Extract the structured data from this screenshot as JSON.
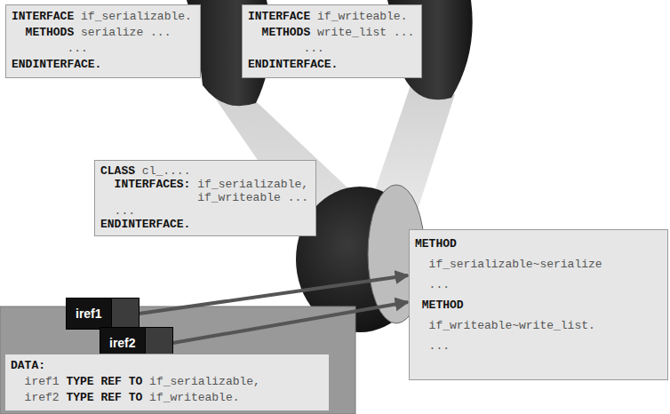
{
  "diagram": {
    "nodes": [
      {
        "text": [
          "INTERFACE if_serializable.",
          "METHODS serialize ...",
          "...",
          "ENDINTERFACE."
        ]
      },
      {
        "text": [
          "INTERFACE if_writeable.",
          "METHODS write_list ...",
          "...",
          "ENDINTERFACE."
        ]
      },
      {
        "text": [
          "CLASS cl_....",
          "INTERFACES: if_serializable,",
          "if_writeable ...",
          "...",
          "ENDINTERFACE."
        ]
      },
      {
        "text": [
          "METHOD",
          "if_serializable~serialize",
          "...",
          "METHOD",
          "if_writeable~write_list.",
          "..."
        ]
      },
      {
        "text": [
          "iref1"
        ]
      },
      {
        "text": [
          "iref2"
        ]
      },
      {
        "text": [
          "DATA:",
          "iref1 TYPE REF TO if_serializable,",
          "iref2 TYPE REF TO if_writeable."
        ]
      }
    ],
    "edges": [
      {
        "from": 4,
        "to": 3,
        "arrow": "to"
      },
      {
        "from": 5,
        "to": 3,
        "arrow": "to"
      }
    ]
  }
}
